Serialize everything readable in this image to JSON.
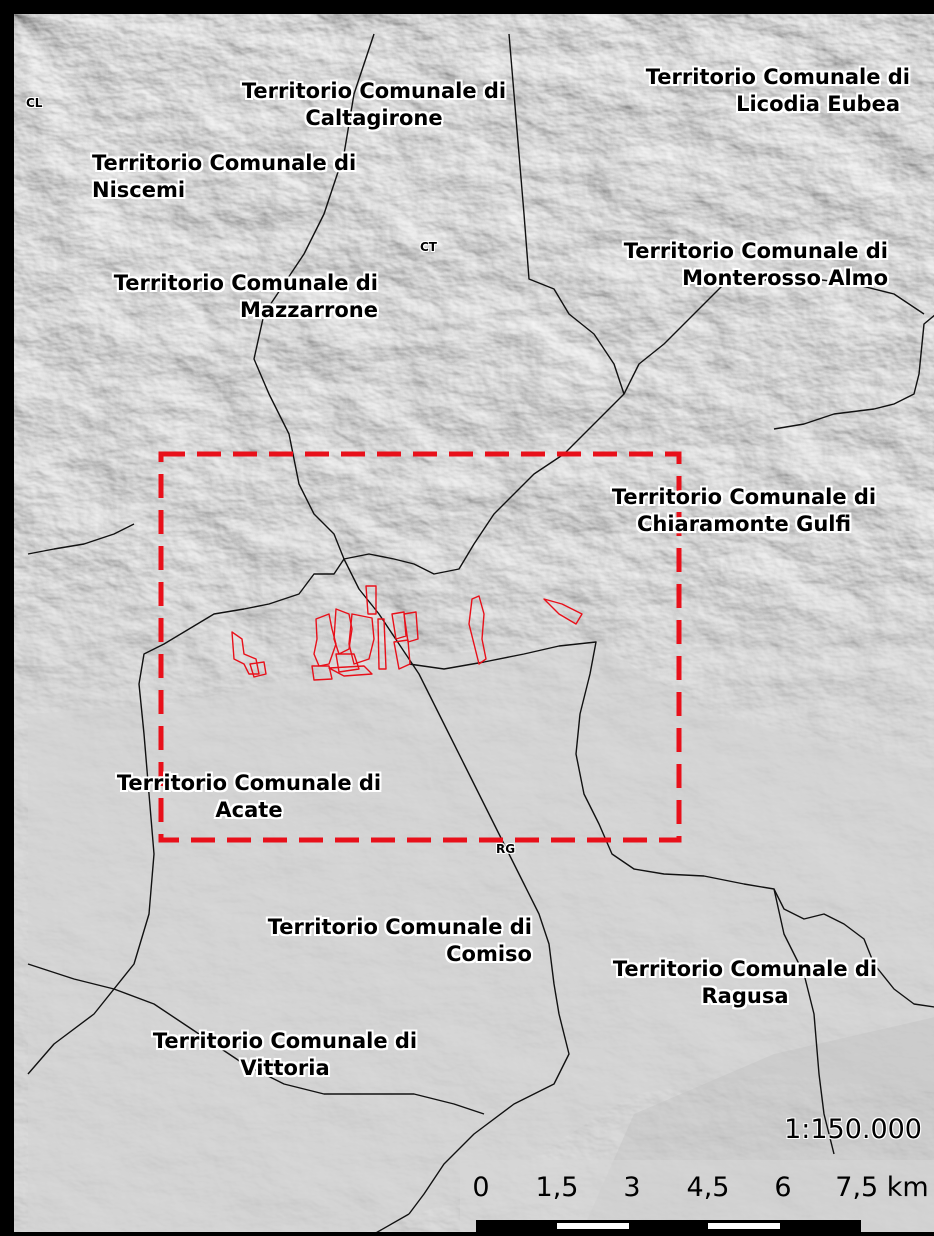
{
  "map": {
    "province_labels": [
      "CL",
      "CT",
      "RG"
    ],
    "municipalities": [
      {
        "line1": "Territorio Comunale di",
        "line2": "Caltagirone"
      },
      {
        "line1": "Territorio Comunale di",
        "line2": "Licodia Eubea"
      },
      {
        "line1": "Territorio Comunale di",
        "line2": "Niscemi"
      },
      {
        "line1": "Territorio Comunale di",
        "line2": "Monterosso Almo"
      },
      {
        "line1": "Territorio Comunale di",
        "line2": "Mazzarrone"
      },
      {
        "line1": "Territorio Comunale di",
        "line2": "Chiaramonte Gulfi"
      },
      {
        "line1": "Territorio Comunale di",
        "line2": "Acate"
      },
      {
        "line1": "Territorio Comunale di",
        "line2": "Comiso"
      },
      {
        "line1": "Territorio Comunale di",
        "line2": "Ragusa"
      },
      {
        "line1": "Territorio Comunale di",
        "line2": "Vittoria"
      }
    ],
    "colors": {
      "boundary": "#111111",
      "study_area": "#e8101a",
      "parcels": "#e8101a",
      "hillshade_base": "#cfcfcf"
    },
    "scale": {
      "ratio": "1:150.000",
      "ticks": [
        "0",
        "1,5",
        "3",
        "4,5",
        "6",
        "7,5 km"
      ]
    }
  }
}
